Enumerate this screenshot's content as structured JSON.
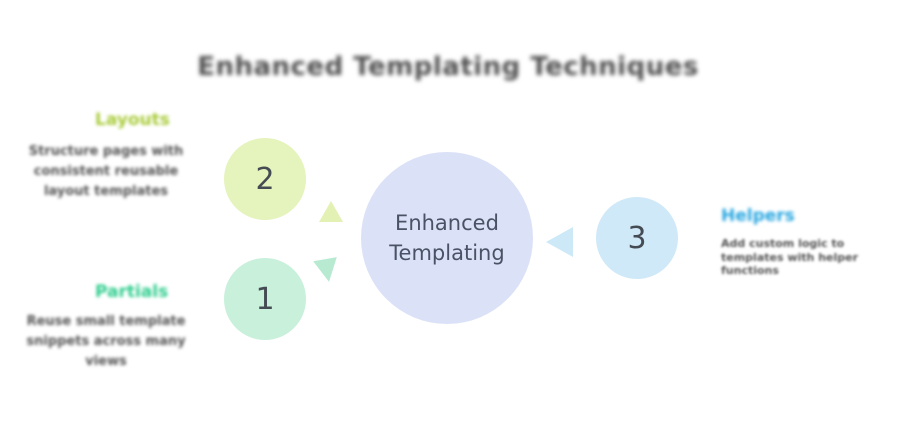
{
  "diagram": {
    "title": "Enhanced Templating Techniques",
    "title_blurred": true,
    "center_node": {
      "label": "Enhanced\nTemplating",
      "circle_color": "#dbe2f7",
      "text_color": "#4a5365"
    },
    "branches": [
      {
        "number": "2",
        "label": "Layouts",
        "label_color": "#a9cb3a",
        "circle_color": "#e5f3bc",
        "description": "Structure pages with consistent reusable layout templates",
        "position": "top-left"
      },
      {
        "number": "1",
        "label": "Partials",
        "label_color": "#2ecd8d",
        "circle_color": "#c8f0db",
        "description": "Reuse small template snippets across many views",
        "position": "bottom-left"
      },
      {
        "number": "3",
        "label": "Helpers",
        "label_color": "#2aa7e0",
        "circle_color": "#cfe9f8",
        "description": "Add custom logic to templates with helper functions",
        "position": "right"
      }
    ],
    "connectors": [
      {
        "icon": "arrow-up-icon",
        "color": "#e3f1b4"
      },
      {
        "icon": "arrow-down-icon",
        "color": "#b7ead1"
      },
      {
        "icon": "arrow-left-icon",
        "color": "#cde9f8"
      }
    ],
    "text_colors": {
      "title": "#4f4f4f",
      "description": "#555555",
      "number": "#454b52"
    }
  }
}
